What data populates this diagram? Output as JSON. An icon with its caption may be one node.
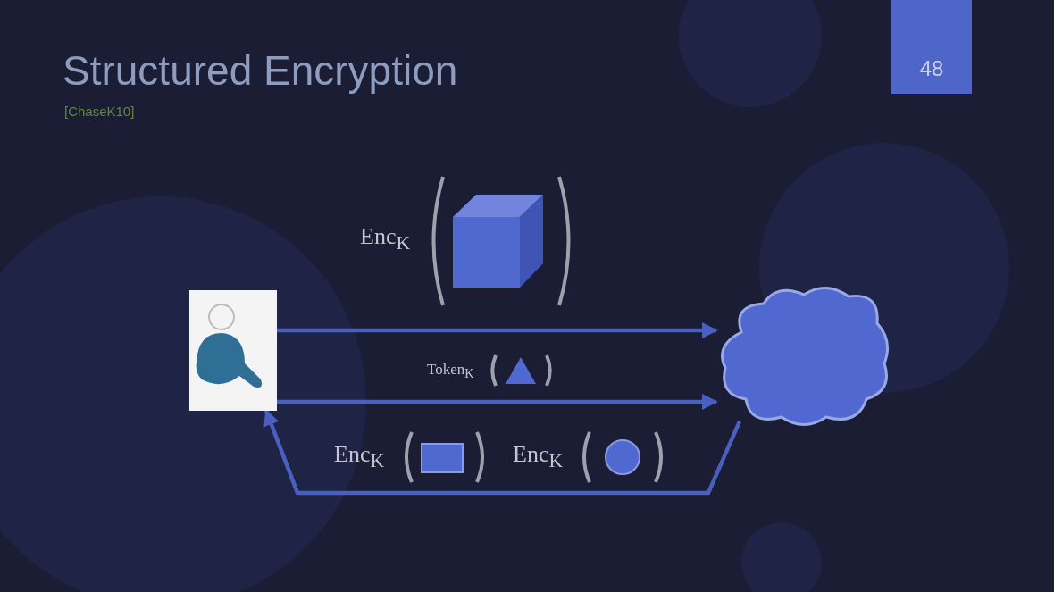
{
  "diagram": {
    "title": "Structured Encryption",
    "nodes": [
      {
        "text": [],
        "shape": "picture"
      },
      {
        "text": [],
        "shape": "cloud"
      }
    ],
    "edges": [
      {
        "from": 0,
        "to": 1,
        "arrow": "to",
        "label": "Enc$_{K}$"
      },
      {
        "from": 0,
        "to": 1,
        "arrow": "to",
        "label": "Token$_{K}$"
      },
      {
        "from": 1,
        "to": 0,
        "arrow": "to",
        "label": "Enc$_{K}$"
      }
    ],
    "labels": [
      "[ChaseK10]",
      "48",
      "Enc$_{K}$"
    ]
  }
}
